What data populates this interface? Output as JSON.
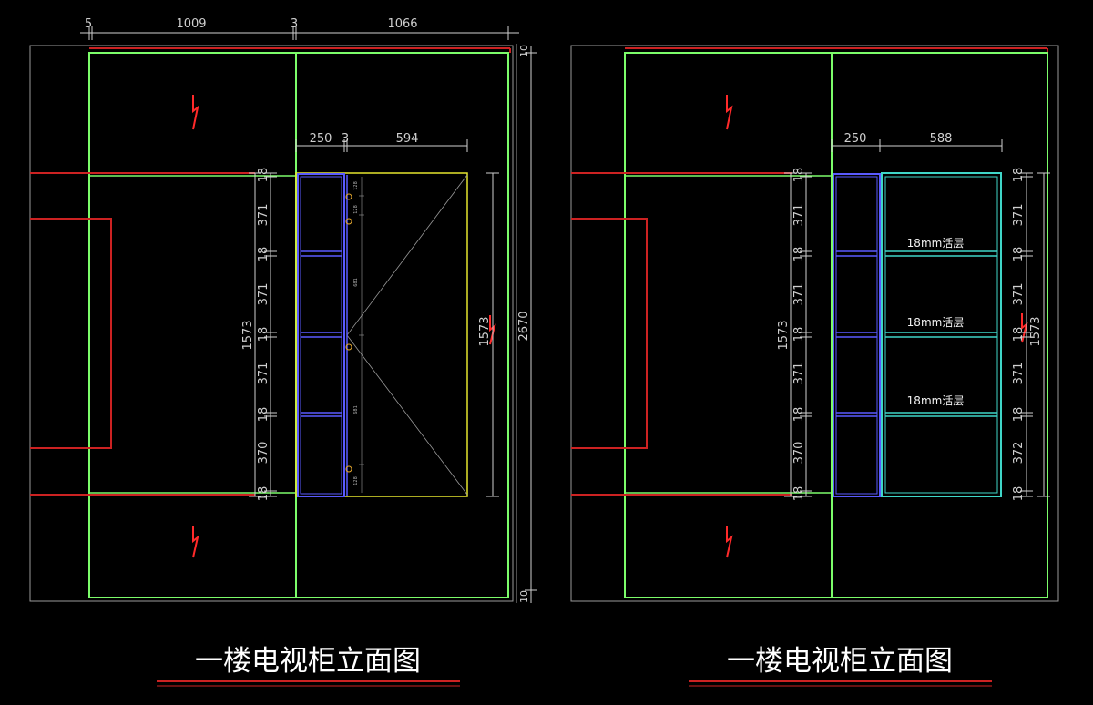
{
  "drawings": [
    {
      "title": "一楼电视柜立面图",
      "top_dims": [
        "5",
        "1009",
        "3",
        "1066"
      ],
      "inner_dims": [
        "250",
        "3",
        "594"
      ],
      "total_height": "2670",
      "right_top_dims": [
        "10"
      ],
      "right_bottom_dims": [
        "10"
      ],
      "cabinet_height": "1573",
      "stack_dims": [
        "18",
        "371",
        "18",
        "371",
        "18",
        "371",
        "18",
        "370",
        "18"
      ],
      "small_labels": [
        "128",
        "128",
        "681",
        "681",
        "128"
      ]
    },
    {
      "title": "一楼电视柜立面图",
      "inner_dims": [
        "250",
        "588"
      ],
      "cabinet_height": "1573",
      "stack_dims": [
        "18",
        "371",
        "18",
        "371",
        "18",
        "371",
        "18",
        "370",
        "18"
      ],
      "right_stack_dims": [
        "18",
        "371",
        "18",
        "371",
        "18",
        "371",
        "18",
        "372",
        "18"
      ],
      "shelf_notes": [
        "18mm活层",
        "18mm活层",
        "18mm活层"
      ]
    }
  ],
  "colors": {
    "frame": "#9a9a9a",
    "wall": "#cc2222",
    "green": "#7CFC6A",
    "yellow": "#e6e62e",
    "blue": "#5a5aff",
    "cyan": "#3fd6c8",
    "dim": "#cfcfcf",
    "caption_underline": "#cc2222"
  }
}
